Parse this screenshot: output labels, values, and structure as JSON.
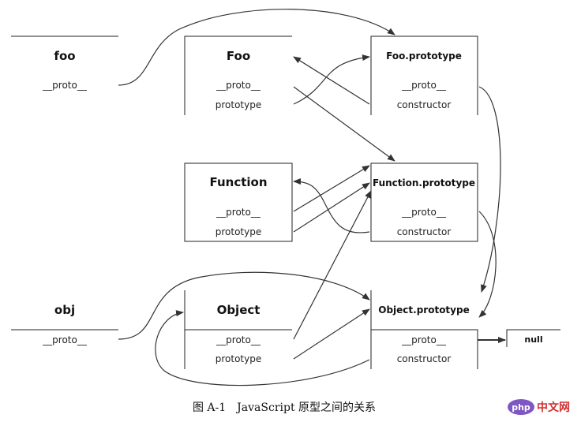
{
  "nodes": {
    "foo": {
      "title": "foo",
      "props": [
        "__proto__"
      ]
    },
    "Foo": {
      "title": "Foo",
      "props": [
        "__proto__",
        "prototype"
      ]
    },
    "Foo_prototype": {
      "title": "Foo.prototype",
      "props": [
        "__proto__",
        "constructor"
      ]
    },
    "Function": {
      "title": "Function",
      "props": [
        "__proto__",
        "prototype"
      ]
    },
    "Function_prototype": {
      "title": "Function.prototype",
      "props": [
        "__proto__",
        "constructor"
      ]
    },
    "obj": {
      "title": "obj",
      "props": [
        "__proto__"
      ]
    },
    "Object": {
      "title": "Object",
      "props": [
        "__proto__",
        "prototype"
      ]
    },
    "Object_prototype": {
      "title": "Object.prototype",
      "props": [
        "__proto__",
        "constructor"
      ]
    },
    "null": {
      "title": "null"
    }
  },
  "caption": "图 A-1　JavaScript 原型之间的关系",
  "watermark": {
    "brand": "php",
    "text": "中文网",
    "brand_color": "#7e57c2",
    "text_color": "#d32f2f"
  }
}
